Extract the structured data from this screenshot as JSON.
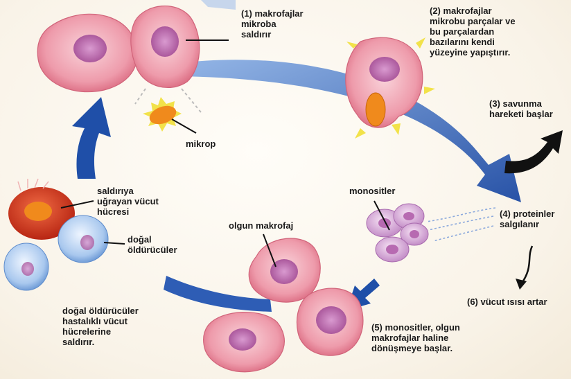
{
  "labels": {
    "step1": "(1) makrofajlar\nmikroba\nsaldırır",
    "step2": "(2) makrofajlar\nmikrobu parçalar ve\nbu parçalardan\nbazılarını kendi\nyüzeyine yapıştırır.",
    "step3": "(3) savunma\nhareketi başlar",
    "step4": "(4) proteinler\nsalgılanır",
    "step5": "(5) monositler, olgun\nmakrofajlar haline\ndönüşmeye başlar.",
    "step6": "(6) vücut ısısı artar",
    "mikrop": "mikrop",
    "attacked_cell": "saldırıya\nuğrayan vücut\nhücresi",
    "natural_killers": "doğal\nöldürücüler",
    "monocytes": "monositler",
    "mature_macrophage": "olgun makrofaj",
    "nk_description": "doğal öldürücüler\nhastalıklı vücut\nhücrelerine\nsaldırır."
  },
  "colors": {
    "arrow_blue": "#1f4fa8",
    "cell_pink": "#e98a9c",
    "nucleus_purple": "#b35aa0",
    "microbe_orange": "#f08a1c",
    "nk_blue": "#8fb6e6",
    "monocyte_lilac": "#d7a9d6",
    "infected_red": "#d8321f"
  }
}
